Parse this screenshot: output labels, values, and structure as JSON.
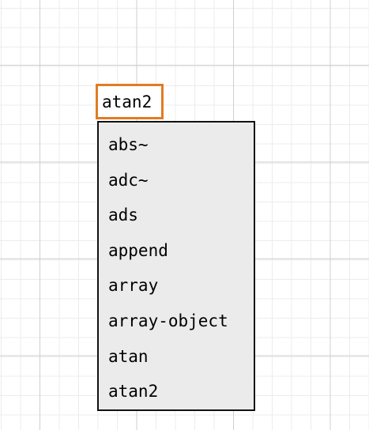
{
  "object": {
    "text": "atan2",
    "border_color": "#e07c24"
  },
  "autocomplete": {
    "items": [
      {
        "label": "abs~"
      },
      {
        "label": "adc~"
      },
      {
        "label": "ads"
      },
      {
        "label": "append"
      },
      {
        "label": "array"
      },
      {
        "label": "array-object"
      },
      {
        "label": "atan"
      },
      {
        "label": "atan2"
      }
    ]
  }
}
